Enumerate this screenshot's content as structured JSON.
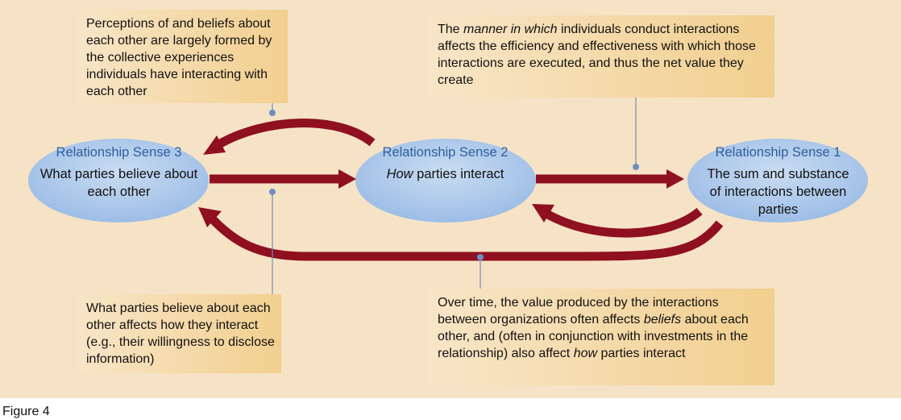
{
  "notes": {
    "top_left": "Perceptions of and beliefs about each other are largely formed by the collective experiences individuals have interacting with each other",
    "top_right": {
      "pre": "The ",
      "em": "manner in which",
      "post": " individuals conduct interactions affects the efficiency and effectiveness with which those interactions are executed, and thus the net value they create"
    },
    "bottom_left": "What parties believe about each other affects how they interact (e.g., their willingness to disclose information)",
    "bottom_right": {
      "pre": "Over time, the value produced by the interactions between organizations often affects ",
      "em1": "beliefs",
      "mid": " about each other, and (often in conjunction with investments in the relationship) also affect ",
      "em2": "how",
      "post": " parties interact"
    }
  },
  "nodes": {
    "sense3": {
      "title": "Relationship Sense 3",
      "desc": "What parties believe about each other"
    },
    "sense2": {
      "title": "Relationship Sense 2",
      "desc_em": "How",
      "desc_rest": " parties interact"
    },
    "sense1": {
      "title": "Relationship Sense 1",
      "desc": "The sum and substance of interactions between parties"
    }
  },
  "caption": "Figure 4",
  "colors": {
    "background": "#f6e3c6",
    "arrow": "#8f1020",
    "ellipse_fill": "#aec9ea",
    "node_title": "#2f5f9c",
    "pointer": "#6d8fbf"
  }
}
